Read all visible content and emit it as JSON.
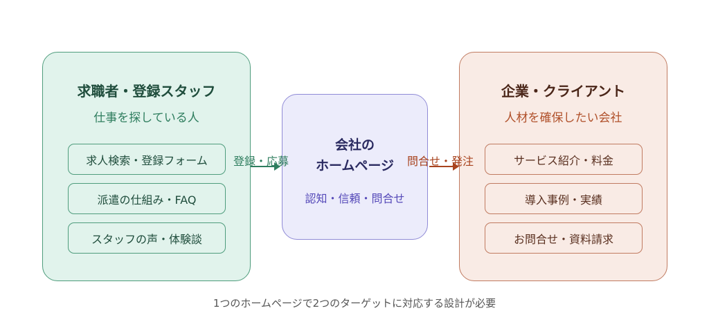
{
  "seekers": {
    "title": "求職者・登録スタッフ",
    "subtitle": "仕事を探している人",
    "items": [
      "求人検索・登録フォーム",
      "派遣の仕組み・FAQ",
      "スタッフの声・体験談"
    ]
  },
  "company": {
    "title_line1": "会社の",
    "title_line2": "ホームページ",
    "subtitle": "認知・信頼・問合せ"
  },
  "clients": {
    "title": "企業・クライアント",
    "subtitle": "人材を確保したい会社",
    "items": [
      "サービス紹介・料金",
      "導入事例・実績",
      "お問合せ・資料請求"
    ]
  },
  "arrows": {
    "left_label": "登録・応募",
    "right_label": "問合せ・発注"
  },
  "caption": "1つのホームページで2つのターゲットに対応する設計が必要",
  "colors": {
    "green": "#4e9c7c",
    "purple": "#8f8ad6",
    "red": "#c07a60"
  }
}
